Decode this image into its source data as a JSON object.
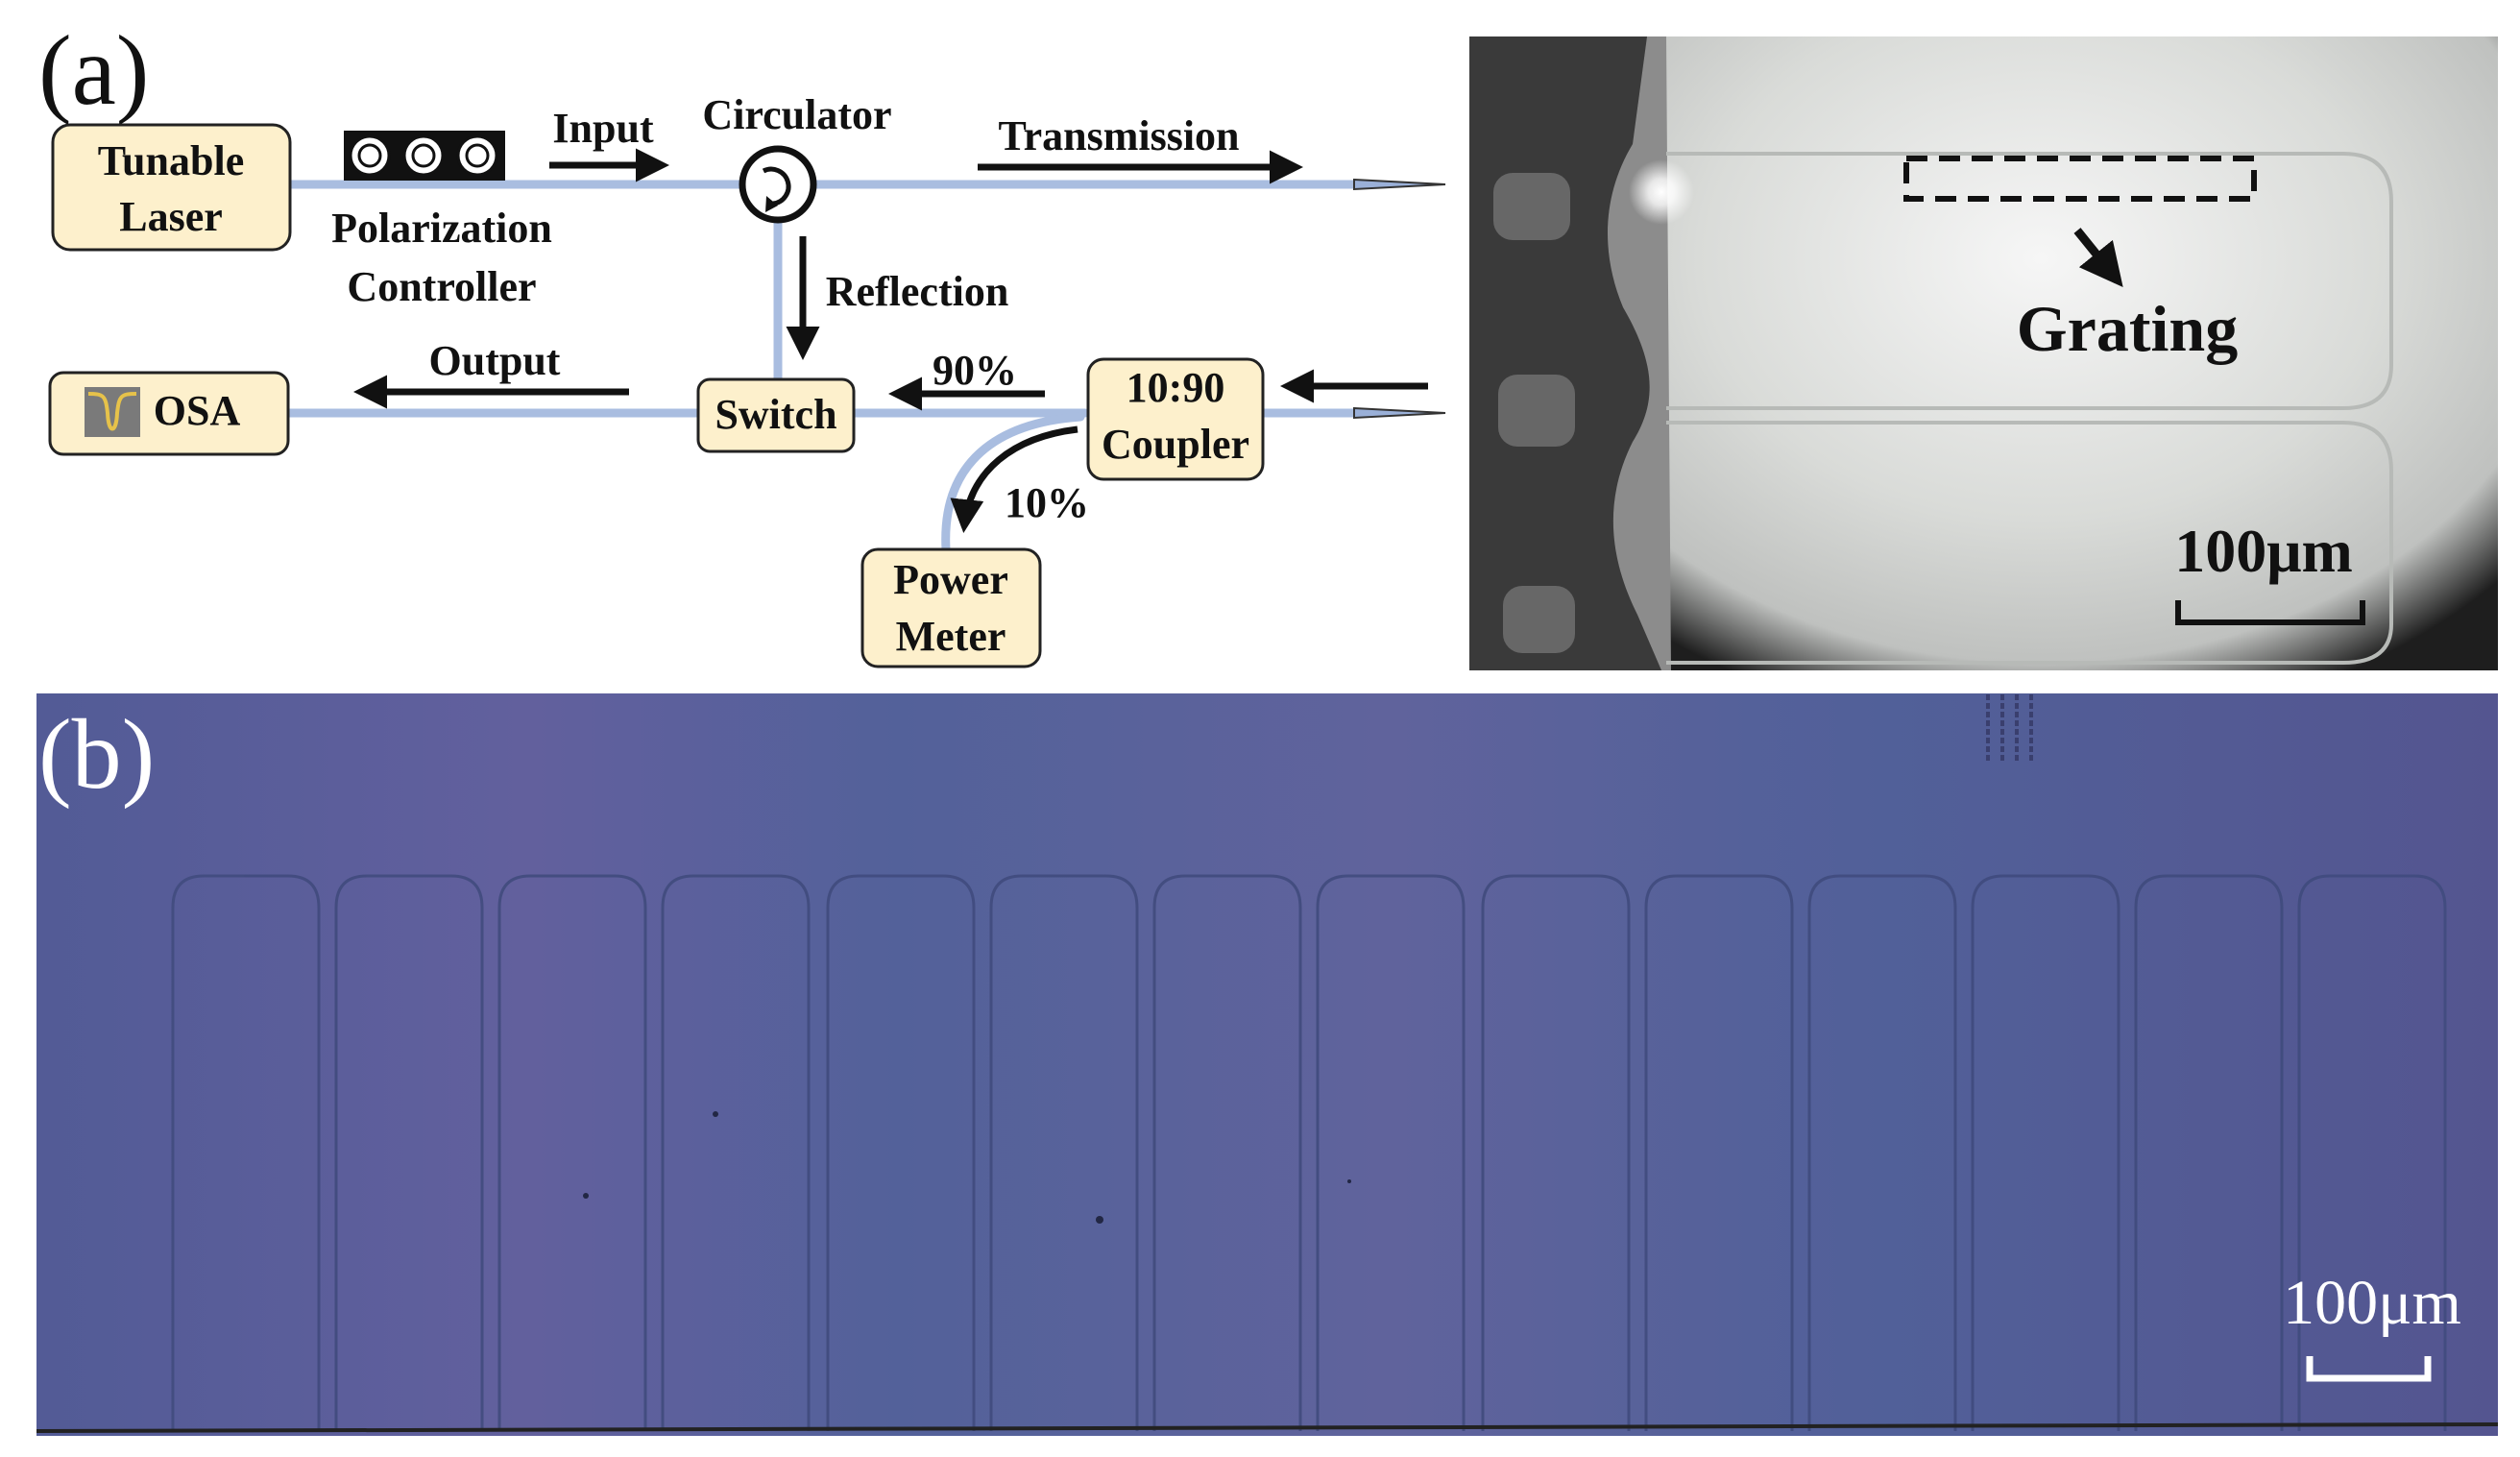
{
  "panel_a": {
    "label": "(a)",
    "setup": {
      "tunable_laser": [
        "Tunable",
        "Laser"
      ],
      "polarization_controller": [
        "Polarization",
        "Controller"
      ],
      "input": "Input",
      "circulator": "Circulator",
      "transmission": "Transmission",
      "reflection": "Reflection",
      "output": "Output",
      "osa": "OSA",
      "switch": "Switch",
      "ninety_percent": "90%",
      "ten_percent": "10%",
      "coupler": [
        "10:90",
        "Coupler"
      ],
      "power_meter": [
        "Power",
        "Meter"
      ]
    },
    "micrograph": {
      "grating_label": "Grating",
      "scale_bar": "100μm"
    }
  },
  "panel_b": {
    "label": "(b)",
    "scale_bar": "100μm"
  },
  "colors": {
    "box_fill": "#fdf0cc",
    "fiber": "#a9bde0",
    "microscope_purple": "#4f5a96"
  },
  "icons": [
    "polarization-paddle-icon",
    "circulator-icon",
    "osa-dip-icon",
    "arrow-icon"
  ]
}
